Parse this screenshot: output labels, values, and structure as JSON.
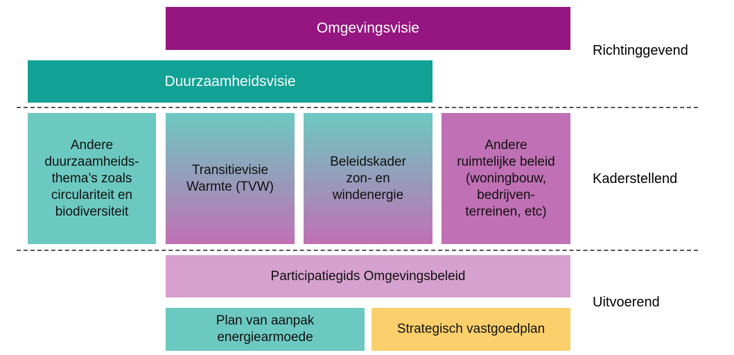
{
  "tiers": {
    "richting": "Richtinggevend",
    "kader": "Kaderstellend",
    "uitvoer": "Uitvoerend"
  },
  "boxes": {
    "omgevingsvisie": "Omgevingsvisie",
    "duurzaamheidsvisie": "Duurzaamheidsvisie",
    "andere_duurzaamheid": "Andere duurzaamheids-thema’s zoals circulariteit en biodiversiteit",
    "tvw": "Transitievisie Warmte (TVW)",
    "beleidskader": "Beleidskader zon- en windenergie",
    "andere_ruimtelijk": "Andere ruimtelijke beleid (woningbouw, bedrijven-terreinen, etc)",
    "participatiegids": "Participatiegids Omgevingsbeleid",
    "energiearmoede": "Plan van aanpak energiearmoede",
    "vastgoedplan": "Strategisch vastgoedplan"
  },
  "colors": {
    "purple": "#951680",
    "teal": "#11A195",
    "light_teal": "#6CC9C1",
    "magenta_light": "#C070B4",
    "pink_light": "#D6A1CE",
    "yellow": "#FBD06C"
  }
}
